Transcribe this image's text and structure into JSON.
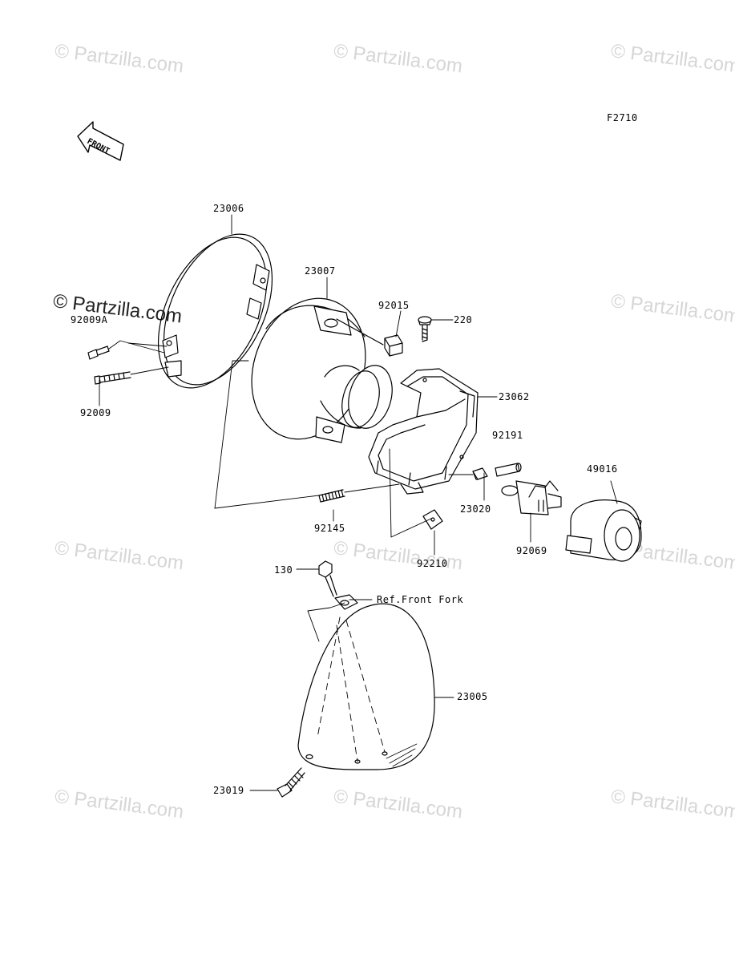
{
  "diagram": {
    "figure_code": "F2710",
    "front_arrow_text": "FRONT",
    "watermark_text": "© Partzilla.com",
    "reference_note": "Ref.Front Fork"
  },
  "parts": [
    {
      "id": "23006"
    },
    {
      "id": "23007"
    },
    {
      "id": "92015"
    },
    {
      "id": "220"
    },
    {
      "id": "92009A"
    },
    {
      "id": "92009"
    },
    {
      "id": "23062"
    },
    {
      "id": "92191"
    },
    {
      "id": "49016"
    },
    {
      "id": "23020"
    },
    {
      "id": "92145"
    },
    {
      "id": "92210"
    },
    {
      "id": "92069"
    },
    {
      "id": "130"
    },
    {
      "id": "23005"
    },
    {
      "id": "23019"
    }
  ]
}
